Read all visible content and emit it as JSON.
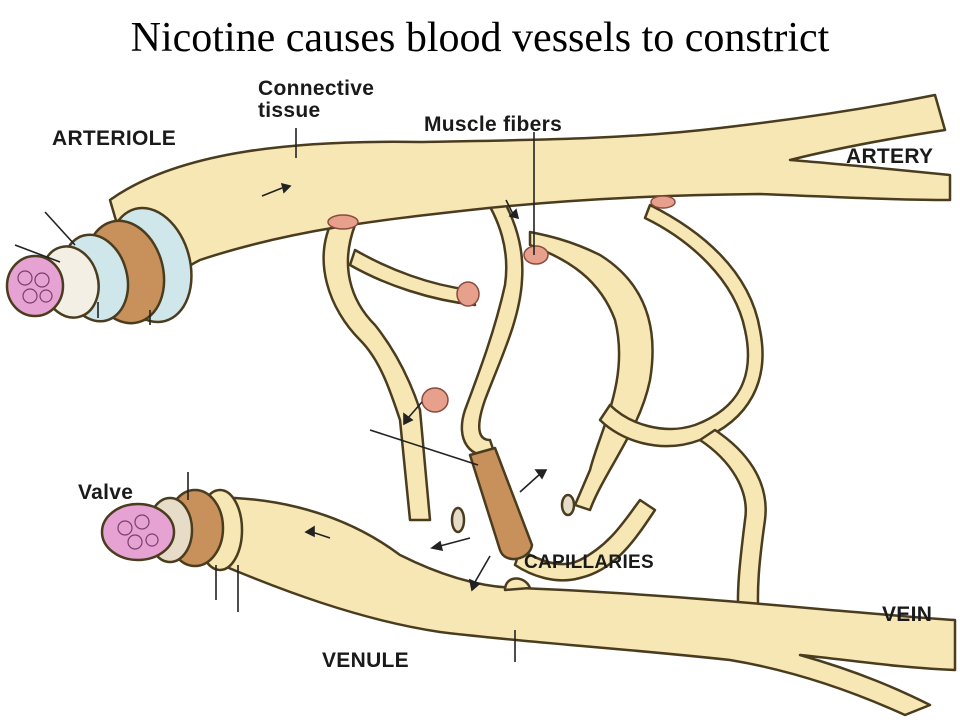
{
  "title": "Nicotine causes blood vessels to constrict",
  "labels": {
    "connective_tissue_line1": "Connective",
    "connective_tissue_line2": "tissue",
    "arteriole": "ARTERIOLE",
    "muscle_fibers": "Muscle fibers",
    "artery": "ARTERY",
    "valve": "Valve",
    "capillaries": "CAPILLARIES",
    "vein": "VEIN",
    "venule": "VENULE"
  },
  "colors": {
    "vessel_fill": "#f6e7b4",
    "vessel_outline": "#4a3c1e",
    "muscle_ring": "#c8905a",
    "sphincter": "#e7a08c",
    "cell_fill": "#e6a2d2",
    "inner_layer": "#cfe6ea"
  }
}
